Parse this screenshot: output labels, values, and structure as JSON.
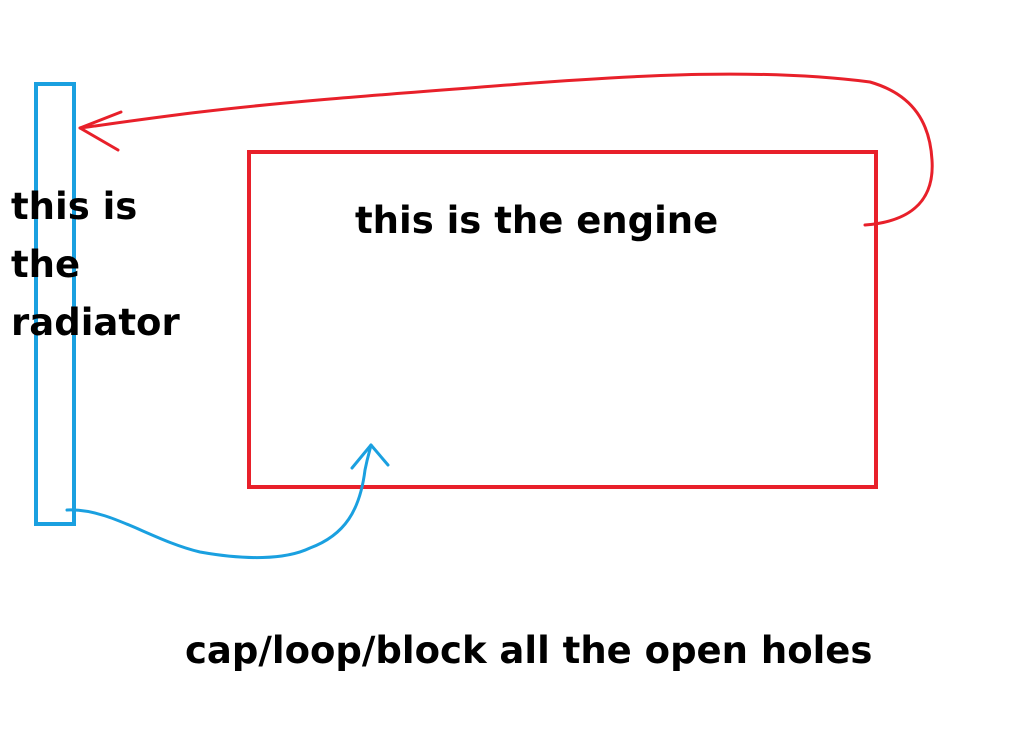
{
  "diagram": {
    "radiator": {
      "lines": [
        "this is",
        "the",
        "radiator"
      ],
      "color": "#1aa0e0"
    },
    "engine": {
      "label": "this is the engine",
      "color": "#e8202a"
    },
    "hot_hose": {
      "from": "engine",
      "to": "radiator",
      "color": "#e8202a"
    },
    "cold_hose": {
      "from": "radiator",
      "to": "engine",
      "color": "#1aa0e0"
    },
    "instruction": "cap/loop/block all the open holes"
  }
}
